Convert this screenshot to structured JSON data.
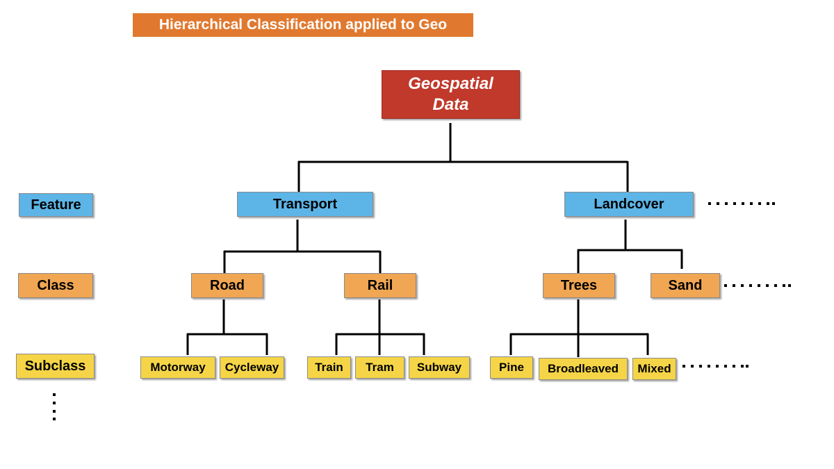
{
  "title": "Hierarchical Classification applied to Geo",
  "root": {
    "line1": "Geospatial",
    "line2": "Data"
  },
  "levels": {
    "feature": "Feature",
    "class": "Class",
    "subclass": "Subclass"
  },
  "features": {
    "transport": "Transport",
    "landcover": "Landcover"
  },
  "classes": {
    "road": "Road",
    "rail": "Rail",
    "trees": "Trees",
    "sand": "Sand"
  },
  "subclasses": {
    "motorway": "Motorway",
    "cycleway": "Cycleway",
    "train": "Train",
    "tram": "Tram",
    "subway": "Subway",
    "pine": "Pine",
    "broadleaved": "Broadleaved",
    "mixed": "Mixed"
  },
  "colors": {
    "title_bg": "#e0792f",
    "root_bg": "#c0392b",
    "feature_bg": "#5db4e6",
    "class_bg": "#f0a653",
    "subclass_bg": "#f5d547",
    "connector": "#000000"
  }
}
